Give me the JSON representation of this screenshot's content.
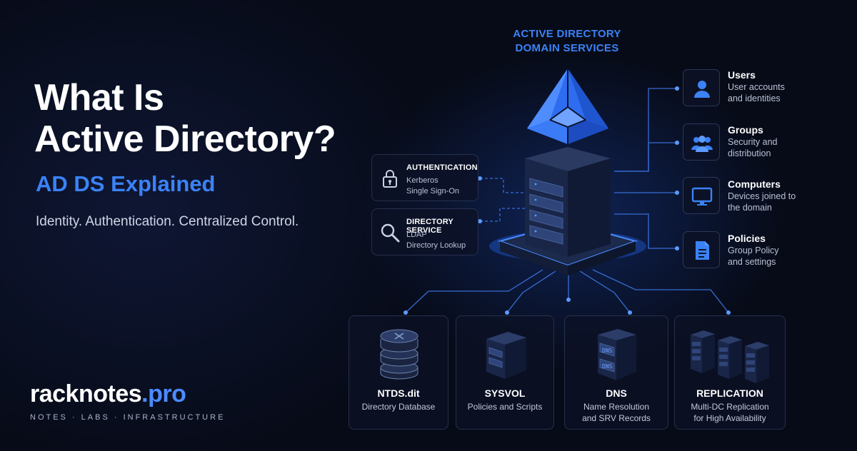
{
  "hero": {
    "title_line1": "What Is",
    "title_line2": "Active Directory?",
    "subtitle": "AD DS Explained",
    "tagline": "Identity. Authentication. Centralized Control."
  },
  "diagram_header": {
    "line1": "ACTIVE DIRECTORY",
    "line2": "DOMAIN SERVICES"
  },
  "services": [
    {
      "title": "AUTHENTICATION",
      "line1": "Kerberos",
      "line2": "Single Sign-On",
      "icon": "lock-icon"
    },
    {
      "title": "DIRECTORY SERVICE",
      "line1": "LDAP",
      "line2": "Directory Lookup",
      "icon": "magnifier-icon"
    }
  ],
  "objects": [
    {
      "title": "Users",
      "line1": "User accounts",
      "line2": "and identities",
      "icon": "user-icon"
    },
    {
      "title": "Groups",
      "line1": "Security and",
      "line2": "distribution",
      "icon": "group-icon"
    },
    {
      "title": "Computers",
      "line1": "Devices joined to",
      "line2": "the domain",
      "icon": "monitor-icon"
    },
    {
      "title": "Policies",
      "line1": "Group Policy",
      "line2": "and settings",
      "icon": "document-icon"
    }
  ],
  "components": [
    {
      "title": "NTDS.dit",
      "line1": "Directory Database",
      "line2": "",
      "icon": "database-icon"
    },
    {
      "title": "SYSVOL",
      "line1": "Policies and Scripts",
      "line2": "",
      "icon": "server-icon"
    },
    {
      "title": "DNS",
      "line1": "Name Resolution",
      "line2": "and SRV Records",
      "icon": "dns-server-icon",
      "labels": [
        "DNS",
        "DNS"
      ]
    },
    {
      "title": "REPLICATION",
      "line1": "Multi-DC Replication",
      "line2": "for High Availability",
      "icon": "server-cluster-icon"
    }
  ],
  "brand": {
    "name_main": "racknotes",
    "name_accent": ".pro",
    "tagline": "NOTES · LABS · INFRASTRUCTURE"
  },
  "colors": {
    "background": "#070b18",
    "accent": "#3b82f6",
    "connector": "#4b8bff"
  }
}
